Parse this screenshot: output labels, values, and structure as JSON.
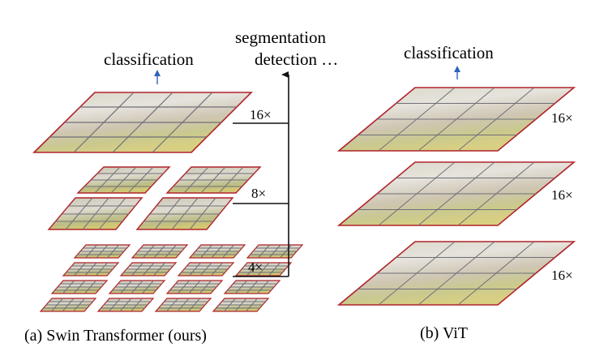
{
  "swin": {
    "task_label": "classification",
    "dense_task_line1": "segmentation",
    "dense_task_line2": "detection …",
    "scales": [
      "16×",
      "8×",
      "4×"
    ],
    "caption": "(a) Swin Transformer (ours)"
  },
  "vit": {
    "task_label": "classification",
    "scales": [
      "16×",
      "16×",
      "16×"
    ],
    "caption": "(b) ViT"
  },
  "colors": {
    "patch_border": "#b0232a",
    "grid_line": "#6f6f78",
    "arrow_blue": "#2c64b8",
    "arrow_black": "#111111"
  }
}
